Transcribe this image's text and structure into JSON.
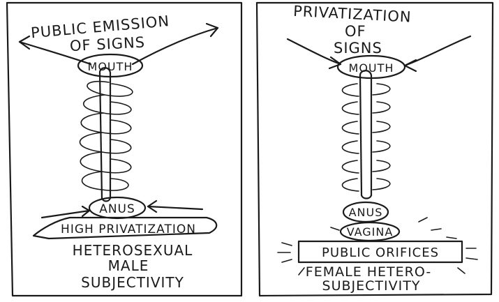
{
  "left_panel": {
    "title_line1": "PUBLIC EMISSION",
    "title_line2": "OF SIGNS",
    "mouth": "MOUTH",
    "anus": "ANUS",
    "banner": "HIGH PRIVATIZATION",
    "caption_line1": "HETEROSEXUAL",
    "caption_line2": "MALE",
    "caption_line3": "SUBJECTIVITY"
  },
  "right_panel": {
    "title_line1": "PRIVATIZATION",
    "title_line2": "OF",
    "title_line3": "SIGNS",
    "mouth": "MOUTH",
    "anus": "ANUS",
    "vagina": "VAGINA",
    "box": "PUBLIC ORIFICES",
    "caption_line1": "FEMALE HETERO-",
    "caption_line2": "SUBJECTIVITY"
  }
}
